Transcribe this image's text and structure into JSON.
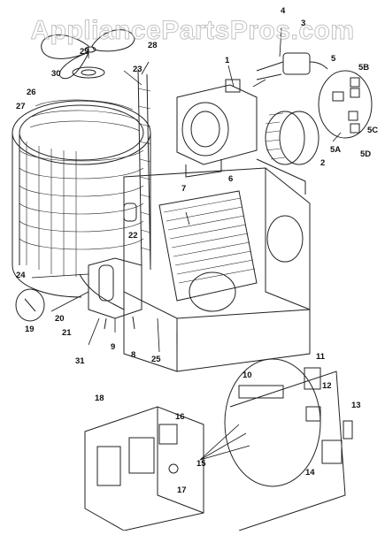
{
  "watermark": "AppliancePartsPros.com",
  "top_strip": "",
  "callouts": [
    {
      "key": "c1",
      "label": "1"
    },
    {
      "key": "c2",
      "label": "2"
    },
    {
      "key": "c3",
      "label": "3"
    },
    {
      "key": "c4",
      "label": "4"
    },
    {
      "key": "c5",
      "label": "5"
    },
    {
      "key": "c5a",
      "label": "5A"
    },
    {
      "key": "c5b",
      "label": "5B"
    },
    {
      "key": "c5c",
      "label": "5C"
    },
    {
      "key": "c5d",
      "label": "5D"
    },
    {
      "key": "c6",
      "label": "6"
    },
    {
      "key": "c7",
      "label": "7"
    },
    {
      "key": "c8",
      "label": "8"
    },
    {
      "key": "c9",
      "label": "9"
    },
    {
      "key": "c10",
      "label": "10"
    },
    {
      "key": "c11",
      "label": "11"
    },
    {
      "key": "c12",
      "label": "12"
    },
    {
      "key": "c13",
      "label": "13"
    },
    {
      "key": "c14",
      "label": "14"
    },
    {
      "key": "c15",
      "label": "15"
    },
    {
      "key": "c16",
      "label": "16"
    },
    {
      "key": "c17",
      "label": "17"
    },
    {
      "key": "c18",
      "label": "18"
    },
    {
      "key": "c19",
      "label": "19"
    },
    {
      "key": "c20",
      "label": "20"
    },
    {
      "key": "c21",
      "label": "21"
    },
    {
      "key": "c22",
      "label": "22"
    },
    {
      "key": "c23",
      "label": "23"
    },
    {
      "key": "c24",
      "label": "24"
    },
    {
      "key": "c25",
      "label": "25"
    },
    {
      "key": "c26",
      "label": "26"
    },
    {
      "key": "c27",
      "label": "27"
    },
    {
      "key": "c28",
      "label": "28"
    },
    {
      "key": "c29",
      "label": "29"
    },
    {
      "key": "c30",
      "label": "30"
    },
    {
      "key": "c31",
      "label": "31"
    }
  ]
}
